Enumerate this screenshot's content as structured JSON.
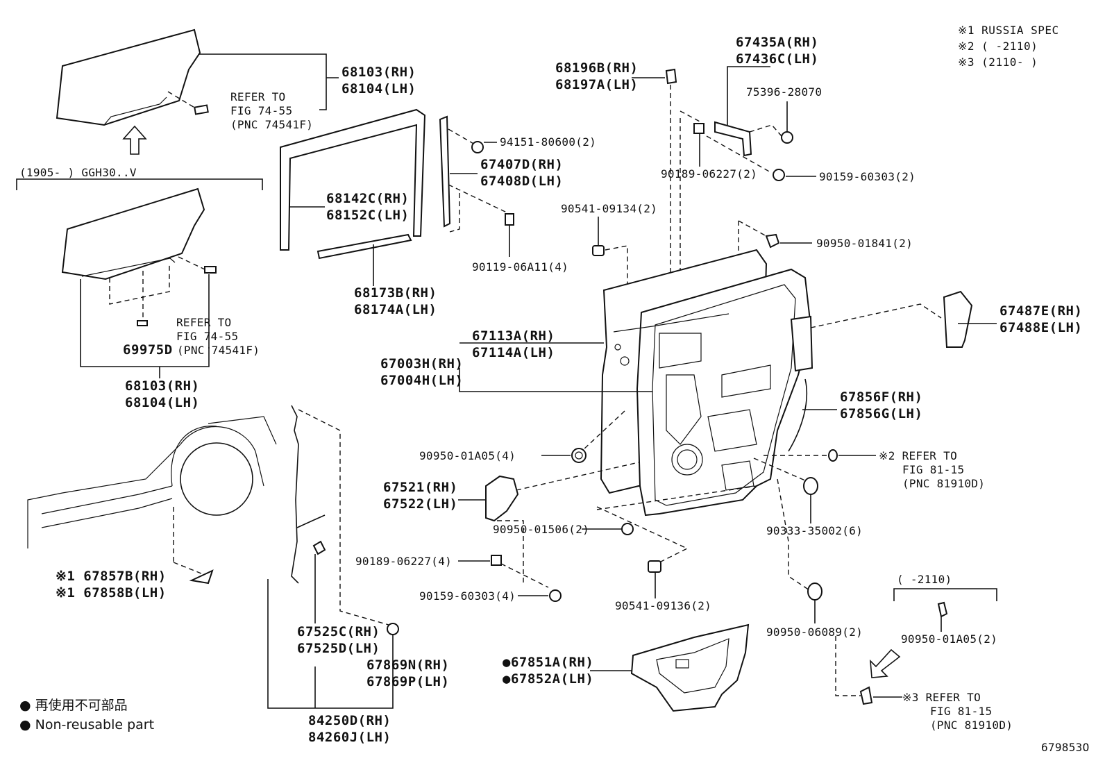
{
  "notes": {
    "n1": "※1 RUSSIA SPEC",
    "n2": "※2 (    -2110)",
    "n3": "※3 (2110-    )"
  },
  "labels": {
    "p68103_top": "68103(RH)",
    "p68104_top": "68104(LH)",
    "refer_top_1": "REFER TO",
    "refer_top_2": "FIG 74-55",
    "refer_top_3": "(PNC 74541F)",
    "bracket_range": "(1905-      ) GGH30..V",
    "refer_mid_1": "REFER TO",
    "refer_mid_2": "FIG 74-55",
    "p69975D": "69975D",
    "refer_mid_3": "(PNC 74541F)",
    "p68103_mid": "68103(RH)",
    "p68104_mid": "68104(LH)",
    "p68142C": "68142C(RH)",
    "p68152C": "68152C(LH)",
    "p68173B": "68173B(RH)",
    "p68174A": "68174A(LH)",
    "p94151": "94151-80600(2)",
    "p67407D": "67407D(RH)",
    "p67408D": "67408D(LH)",
    "p90119": "90119-06A11(4)",
    "p68196B": "68196B(RH)",
    "p68197A": "68197A(LH)",
    "p67435A": "67435A(RH)",
    "p67436C": "67436C(LH)",
    "p75396": "75396-28070",
    "p90189_top": "90189-06227(2)",
    "p90159_top": "90159-60303(2)",
    "p90541_top": "90541-09134(2)",
    "p90950_01841": "90950-01841(2)",
    "p67487E": "67487E(RH)",
    "p67488E": "67488E(LH)",
    "p67113A": "67113A(RH)",
    "p67114A": "67114A(LH)",
    "p67003H": "67003H(RH)",
    "p67004H": "67004H(LH)",
    "p67856F": "67856F(RH)",
    "p67856G": "67856G(LH)",
    "p90950_01A05": "90950-01A05(4)",
    "refer_r2_1": "※2 REFER TO",
    "refer_r2_2": "FIG 81-15",
    "refer_r2_3": "(PNC 81910D)",
    "p67521": "67521(RH)",
    "p67522": "67522(LH)",
    "p90950_01506": "90950-01506(2)",
    "p90333": "90333-35002(6)",
    "p90189_bot": "90189-06227(4)",
    "p90159_bot": "90159-60303(4)",
    "p90541_bot": "90541-09136(2)",
    "p67857B": "※1 67857B(RH)",
    "p67858B": "※1 67858B(LH)",
    "p67525C": "67525C(RH)",
    "p67525D": "67525D(LH)",
    "p67869N": "67869N(RH)",
    "p67869P": "67869P(LH)",
    "p84250D": "84250D(RH)",
    "p84260J": "84260J(LH)",
    "p67851A": "●67851A(RH)",
    "p67852A": "●67852A(LH)",
    "p90950_06089": "90950-06089(2)",
    "bracket_2110": "(    -2110)",
    "p90950_01A05_r": "90950-01A05(2)",
    "refer_r3_1": "※3 REFER TO",
    "refer_r3_2": "FIG 81-15",
    "refer_r3_3": "(PNC 81910D)"
  },
  "legend": {
    "jp": "● 再使用不可部品",
    "en": "● Non-reusable part"
  },
  "figure_id": "679853O"
}
